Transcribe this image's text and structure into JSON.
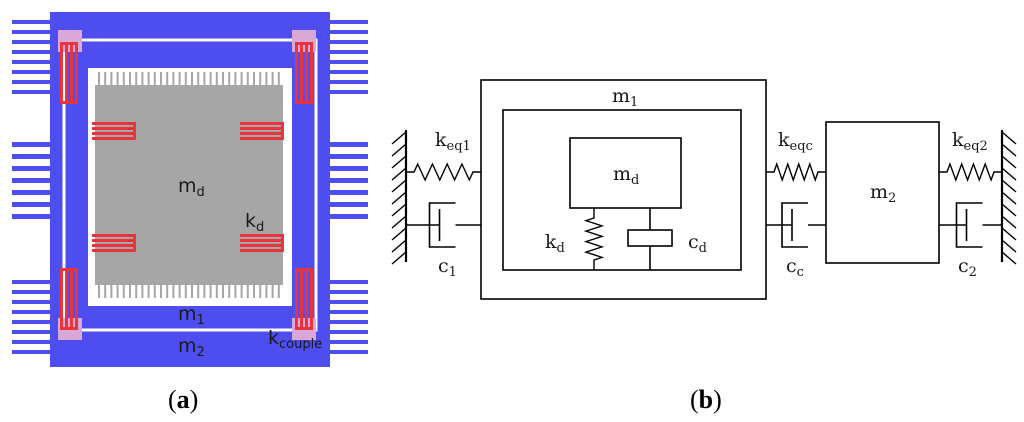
{
  "colors": {
    "substrate_blue": "#4d4df0",
    "proof_mass_gray": "#a6a6a6",
    "spring_red": "#e8343a",
    "anchor_pink": "#d9a8d9",
    "frame_white": "#ffffff",
    "line_black": "#000000"
  },
  "panel_a": {
    "label_md": {
      "base": "m",
      "sub": "d"
    },
    "label_kd": {
      "base": "k",
      "sub": "d"
    },
    "label_m1": {
      "base": "m",
      "sub": "1"
    },
    "label_m2": {
      "base": "m",
      "sub": "2"
    },
    "label_kcouple": {
      "base": "k",
      "sub": "couple"
    }
  },
  "panel_b": {
    "m1": {
      "base": "m",
      "sub": "1"
    },
    "md": {
      "base": "m",
      "sub": "d"
    },
    "m2": {
      "base": "m",
      "sub": "2"
    },
    "keq1": {
      "base": "k",
      "sub": "eq1"
    },
    "keqc": {
      "base": "k",
      "sub": "eqc"
    },
    "keq2": {
      "base": "k",
      "sub": "eq2"
    },
    "kd": {
      "base": "k",
      "sub": "d"
    },
    "cd": {
      "base": "c",
      "sub": "d"
    },
    "c1": {
      "base": "c",
      "sub": "1"
    },
    "cc": {
      "base": "c",
      "sub": "c"
    },
    "c2": {
      "base": "c",
      "sub": "2"
    }
  },
  "captions": {
    "a": {
      "open": "(",
      "letter": "a",
      "close": ")"
    },
    "b": {
      "open": "(",
      "letter": "b",
      "close": ")"
    }
  }
}
